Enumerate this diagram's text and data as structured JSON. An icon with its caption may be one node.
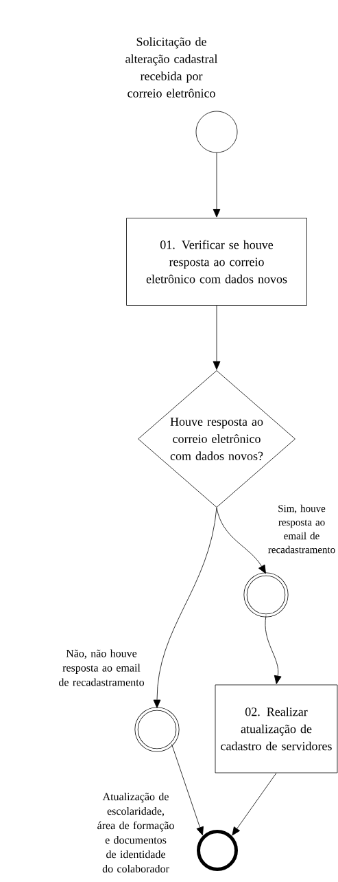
{
  "diagram": {
    "nodes": [
      {
        "text": [],
        "shape": "circle",
        "beside": [
          "Solicitação de alteração cadastral recebida por correio eletrônico"
        ]
      },
      {
        "text": [
          "01. Verificar se houve resposta ao correio eletrônico com dados novos"
        ]
      },
      {
        "text": [
          "Houve resposta ao correio eletrônico com dados novos?"
        ]
      },
      {
        "text": [],
        "shape": "circle"
      },
      {
        "text": [
          "02. Realizar atualização de cadastro de servidores"
        ]
      },
      {
        "text": [],
        "shape": "circle"
      },
      {
        "text": [],
        "shape": "circle",
        "beside": [
          "Atualização de escolaridade, área de formação e documentos de identidade do colaborador"
        ]
      }
    ],
    "edges": [
      {
        "from": 0,
        "to": 1,
        "arrow": "to"
      },
      {
        "from": 1,
        "to": 2,
        "arrow": "to"
      },
      {
        "from": 2,
        "to": 3,
        "arrow": "to",
        "label": "Sim, houve resposta ao email de recadastramento"
      },
      {
        "from": 2,
        "to": 5,
        "arrow": "to",
        "label": "Não, não houve resposta ao email de recadastramento"
      },
      {
        "from": 3,
        "to": 4,
        "arrow": "to"
      },
      {
        "from": 5,
        "to": 6,
        "arrow": "to"
      },
      {
        "from": 4,
        "to": 6,
        "arrow": "to"
      }
    ]
  }
}
